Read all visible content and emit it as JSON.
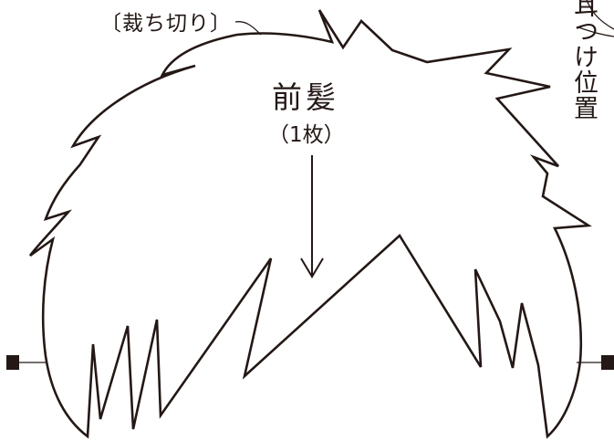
{
  "pattern": {
    "cut_label": "〔裁ち切り〕",
    "piece_name": "前髪",
    "piece_count": "（1枚）",
    "ear_position_label": "耳つけ位置"
  },
  "colors": {
    "line": "#231815",
    "background": "#ffffff"
  }
}
